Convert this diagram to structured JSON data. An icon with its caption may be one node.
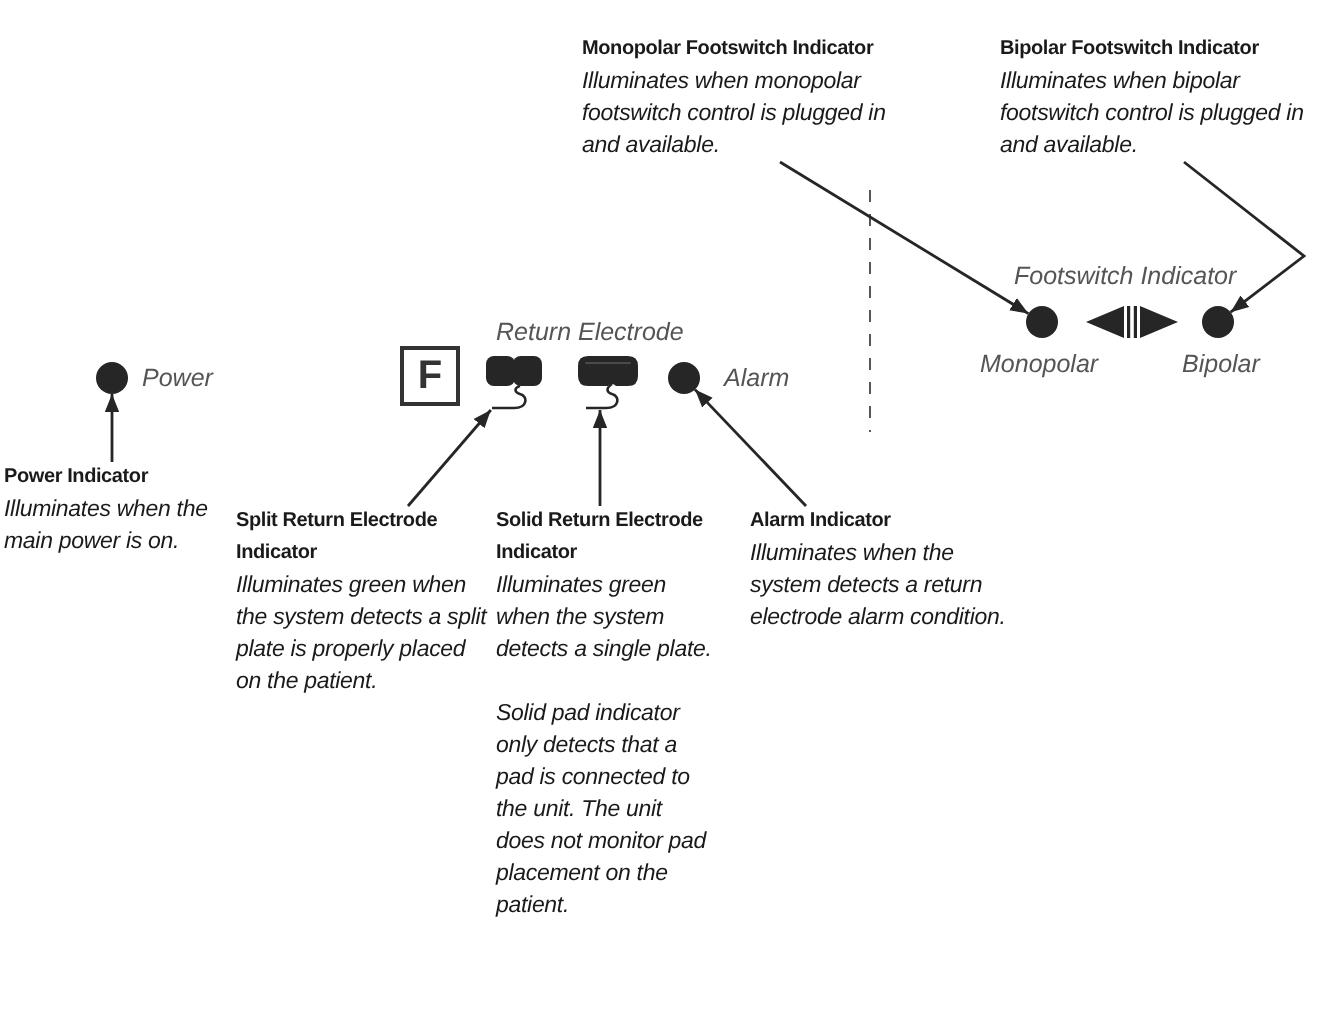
{
  "diagram": {
    "nodes": [
      {
        "text": [
          "Monopolar Footswitch Indicator",
          "Illuminates when monopolar footswitch control is plugged in and available."
        ]
      },
      {
        "text": [
          "Bipolar Footswitch Indicator",
          "Illuminates when bipolar footswitch control is plugged in and available."
        ]
      },
      {
        "text": [],
        "shape": "circle",
        "beside": [
          "Monopolar"
        ]
      },
      {
        "text": [],
        "shape": "circle",
        "beside": [
          "Bipolar"
        ]
      },
      {
        "text": [],
        "shape": "circle",
        "beside": [
          "Power"
        ]
      },
      {
        "text": [
          "F"
        ]
      },
      {
        "text": [],
        "shape": "picture"
      },
      {
        "text": [],
        "shape": "picture"
      },
      {
        "text": [],
        "shape": "circle",
        "beside": [
          "Alarm"
        ]
      },
      {
        "text": [
          "Power Indicator",
          "Illuminates when the main power is on."
        ]
      },
      {
        "text": [
          "Split Return Electrode Indicator",
          "Illuminates green when the system detects a split plate is properly placed on the patient."
        ]
      },
      {
        "text": [
          "Solid Return Electrode Indicator",
          "Illuminates green when the system detects a single plate.",
          "Solid pad indicator only detects that a pad is connected to the unit. The unit does not monitor pad placement on the patient."
        ]
      },
      {
        "text": [
          "Alarm Indicator",
          "Illuminates when the system detects a return electrode alarm condition."
        ]
      }
    ],
    "edges": [
      {
        "from": 0,
        "to": 2,
        "arrow": "to"
      },
      {
        "from": 1,
        "to": 3,
        "arrow": "to"
      },
      {
        "from": 9,
        "to": 4,
        "arrow": "to"
      },
      {
        "from": 10,
        "to": 6,
        "arrow": "to"
      },
      {
        "from": 11,
        "to": 7,
        "arrow": "to"
      },
      {
        "from": 12,
        "to": 8,
        "arrow": "to"
      }
    ],
    "labels": [
      "Footswitch Indicator",
      "Return Electrode"
    ]
  }
}
